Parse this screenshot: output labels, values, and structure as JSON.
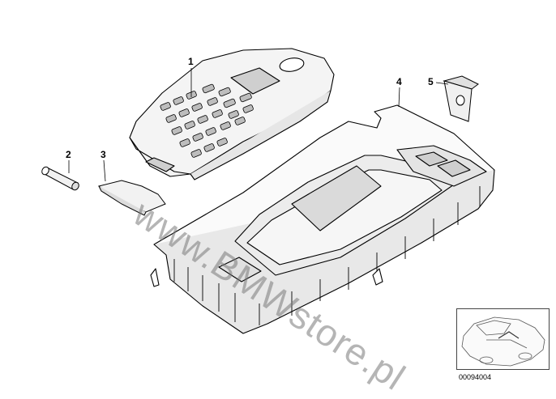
{
  "callouts": {
    "part_1": "1",
    "part_2": "2",
    "part_3": "3",
    "part_4": "4",
    "part_5": "5"
  },
  "watermark_text": "www.BMWstore.pl",
  "diagram_code": "00094004"
}
